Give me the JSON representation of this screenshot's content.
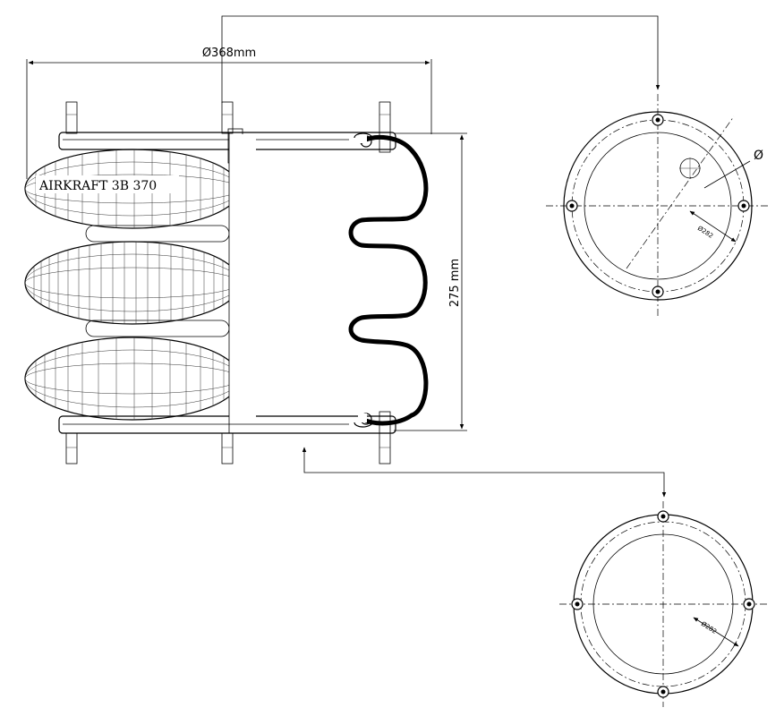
{
  "labels": {
    "diameter_outer": "Ø368mm",
    "height": "275 mm",
    "product": "AIRKRAFT 3B 370",
    "diameter_symbol": "Ø",
    "top_plate_pcd": "Ø282",
    "bottom_plate_pcd": "Ø282"
  }
}
